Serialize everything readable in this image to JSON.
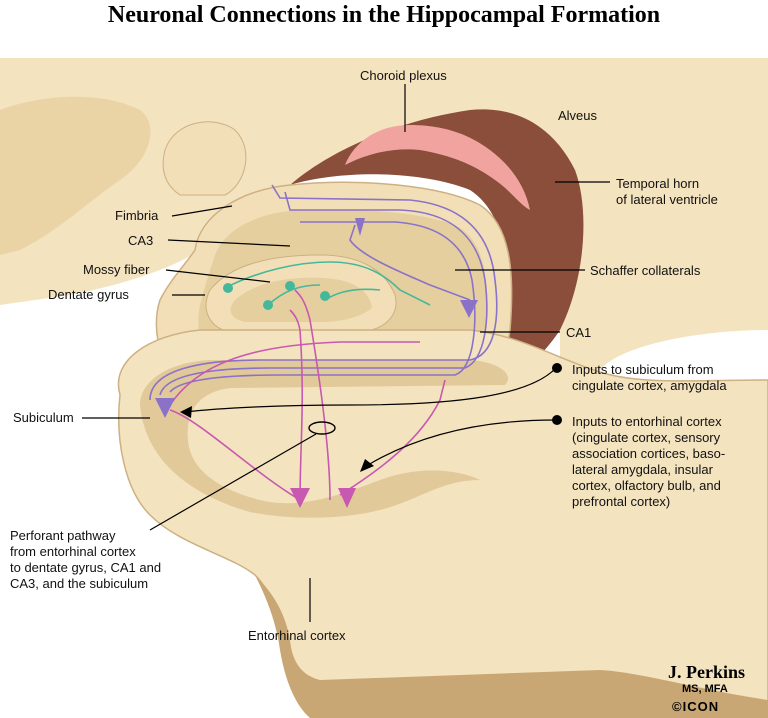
{
  "title": "Neuronal Connections in the Hippocampal Formation",
  "labels": {
    "choroid_plexus": "Choroid plexus",
    "alveus": "Alveus",
    "temporal_horn": "Temporal horn\nof lateral ventricle",
    "fimbria": "Fimbria",
    "ca3": "CA3",
    "mossy_fiber": "Mossy fiber",
    "dentate_gyrus": "Dentate gyrus",
    "schaffer_collaterals": "Schaffer collaterals",
    "ca1": "CA1",
    "inputs_subiculum": "Inputs to subiculum from\ncingulate cortex, amygdala",
    "subiculum": "Subiculum",
    "inputs_entorhinal": "Inputs to entorhinal cortex\n(cingulate cortex, sensory\nassociation cortices, baso-\nlateral amygdala, insular\ncortex, olfactory bulb, and\nprefrontal cortex)",
    "perforant_pathway": "Perforant pathway\nfrom entorhinal cortex\nto dentate gyrus, CA1 and\nCA3, and the subiculum",
    "entorhinal_cortex": "Entorhinal cortex"
  },
  "signature": {
    "name": "J. Perkins",
    "credentials": "MS, MFA",
    "logo": "©ICON"
  },
  "colors": {
    "tissue_light": "#f4e3bf",
    "tissue_mid": "#e6cf9f",
    "tissue_dark": "#c9a774",
    "ventricle": "#8a4e3a",
    "choroid": "#f1a3a0",
    "purple_path": "#8a72c8",
    "magenta_path": "#c858b0",
    "teal_path": "#46b89a"
  }
}
